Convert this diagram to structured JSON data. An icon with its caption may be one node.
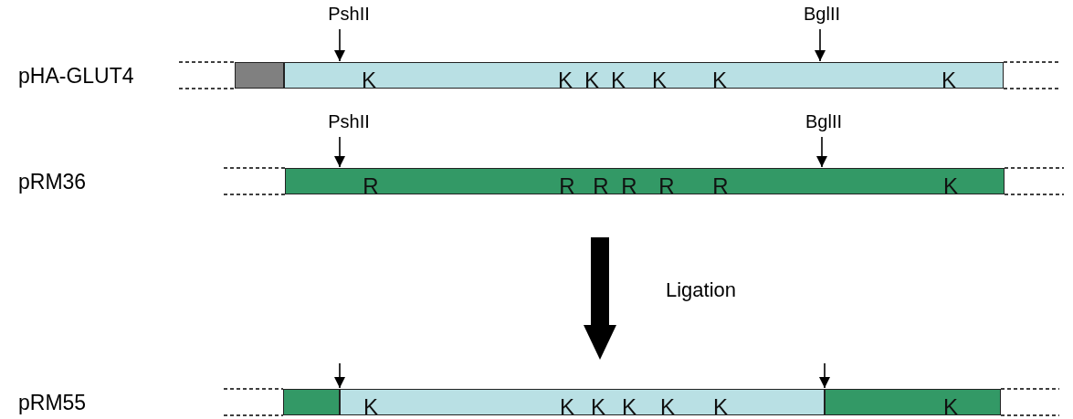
{
  "diagram": {
    "nodes": [
      {
        "text": [],
        "shape": "bar"
      },
      {
        "text": [
          "K",
          "K",
          "K",
          "K",
          "K",
          "K",
          "K"
        ]
      },
      {
        "text": [
          "PshII"
        ]
      },
      {
        "text": [
          "BglII"
        ]
      },
      {
        "text": [
          "R",
          "R",
          "R",
          "R",
          "R",
          "R",
          "K"
        ]
      },
      {
        "text": [
          "PshII"
        ]
      },
      {
        "text": [
          "BglII"
        ]
      },
      {
        "text": [],
        "shape": "bar"
      },
      {
        "text": [
          "K",
          "K",
          "K",
          "K",
          "K",
          "K"
        ]
      },
      {
        "text": [
          "K"
        ]
      }
    ],
    "edges": [
      {
        "from": 2,
        "to": 1,
        "arrow": "to"
      },
      {
        "from": 3,
        "to": 1,
        "arrow": "to"
      },
      {
        "from": 5,
        "to": 4,
        "arrow": "to"
      },
      {
        "from": 6,
        "to": 4,
        "arrow": "to"
      },
      {
        "from": 4,
        "to": 8,
        "arrow": "to",
        "label": "Ligation",
        "style": "thick"
      },
      {
        "from": null,
        "to": 8,
        "arrow": "to"
      },
      {
        "from": null,
        "to": 8,
        "arrow": "to"
      }
    ],
    "labels": [
      "pHA-GLUT4",
      "pRM36",
      "pRM55"
    ]
  }
}
